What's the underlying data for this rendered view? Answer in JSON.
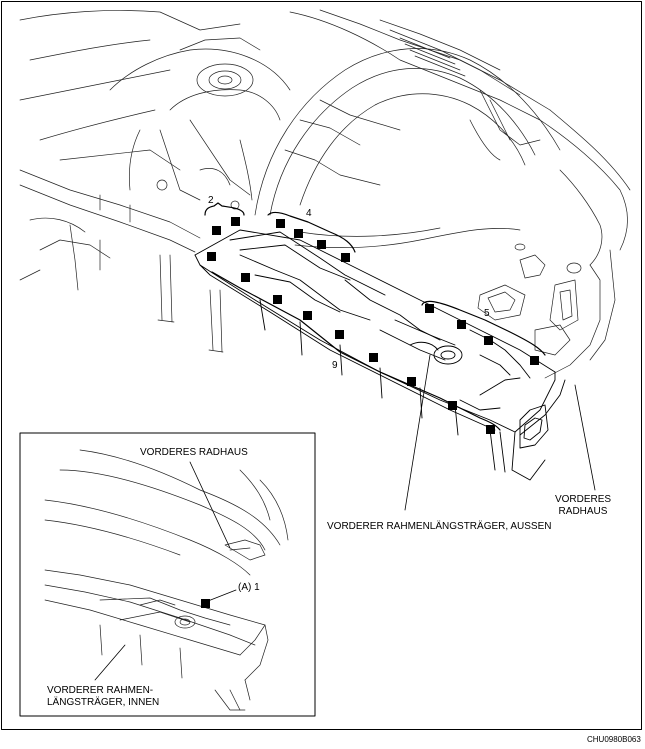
{
  "labels": {
    "vorderes_radhaus_right_line1": "VORDERES",
    "vorderes_radhaus_right_line2": "RADHAUS",
    "rahmen_aussen": "VORDERER RAHMENLÄNGSTRÄGER, AUSSEN",
    "inset_vorderes_radhaus": "VORDERES RADHAUS",
    "inset_rahmen_innen_line1": "VORDERER RAHMEN-",
    "inset_rahmen_innen_line2": "LÄNGSTRÄGER, INNEN",
    "inset_a1": "(A) 1",
    "figure_code": "CHU0980B063"
  },
  "weld_groups": {
    "group_2": "2",
    "group_4": "4",
    "group_5": "5",
    "group_9": "9"
  },
  "icons": [
    "spot-weld-marker"
  ]
}
